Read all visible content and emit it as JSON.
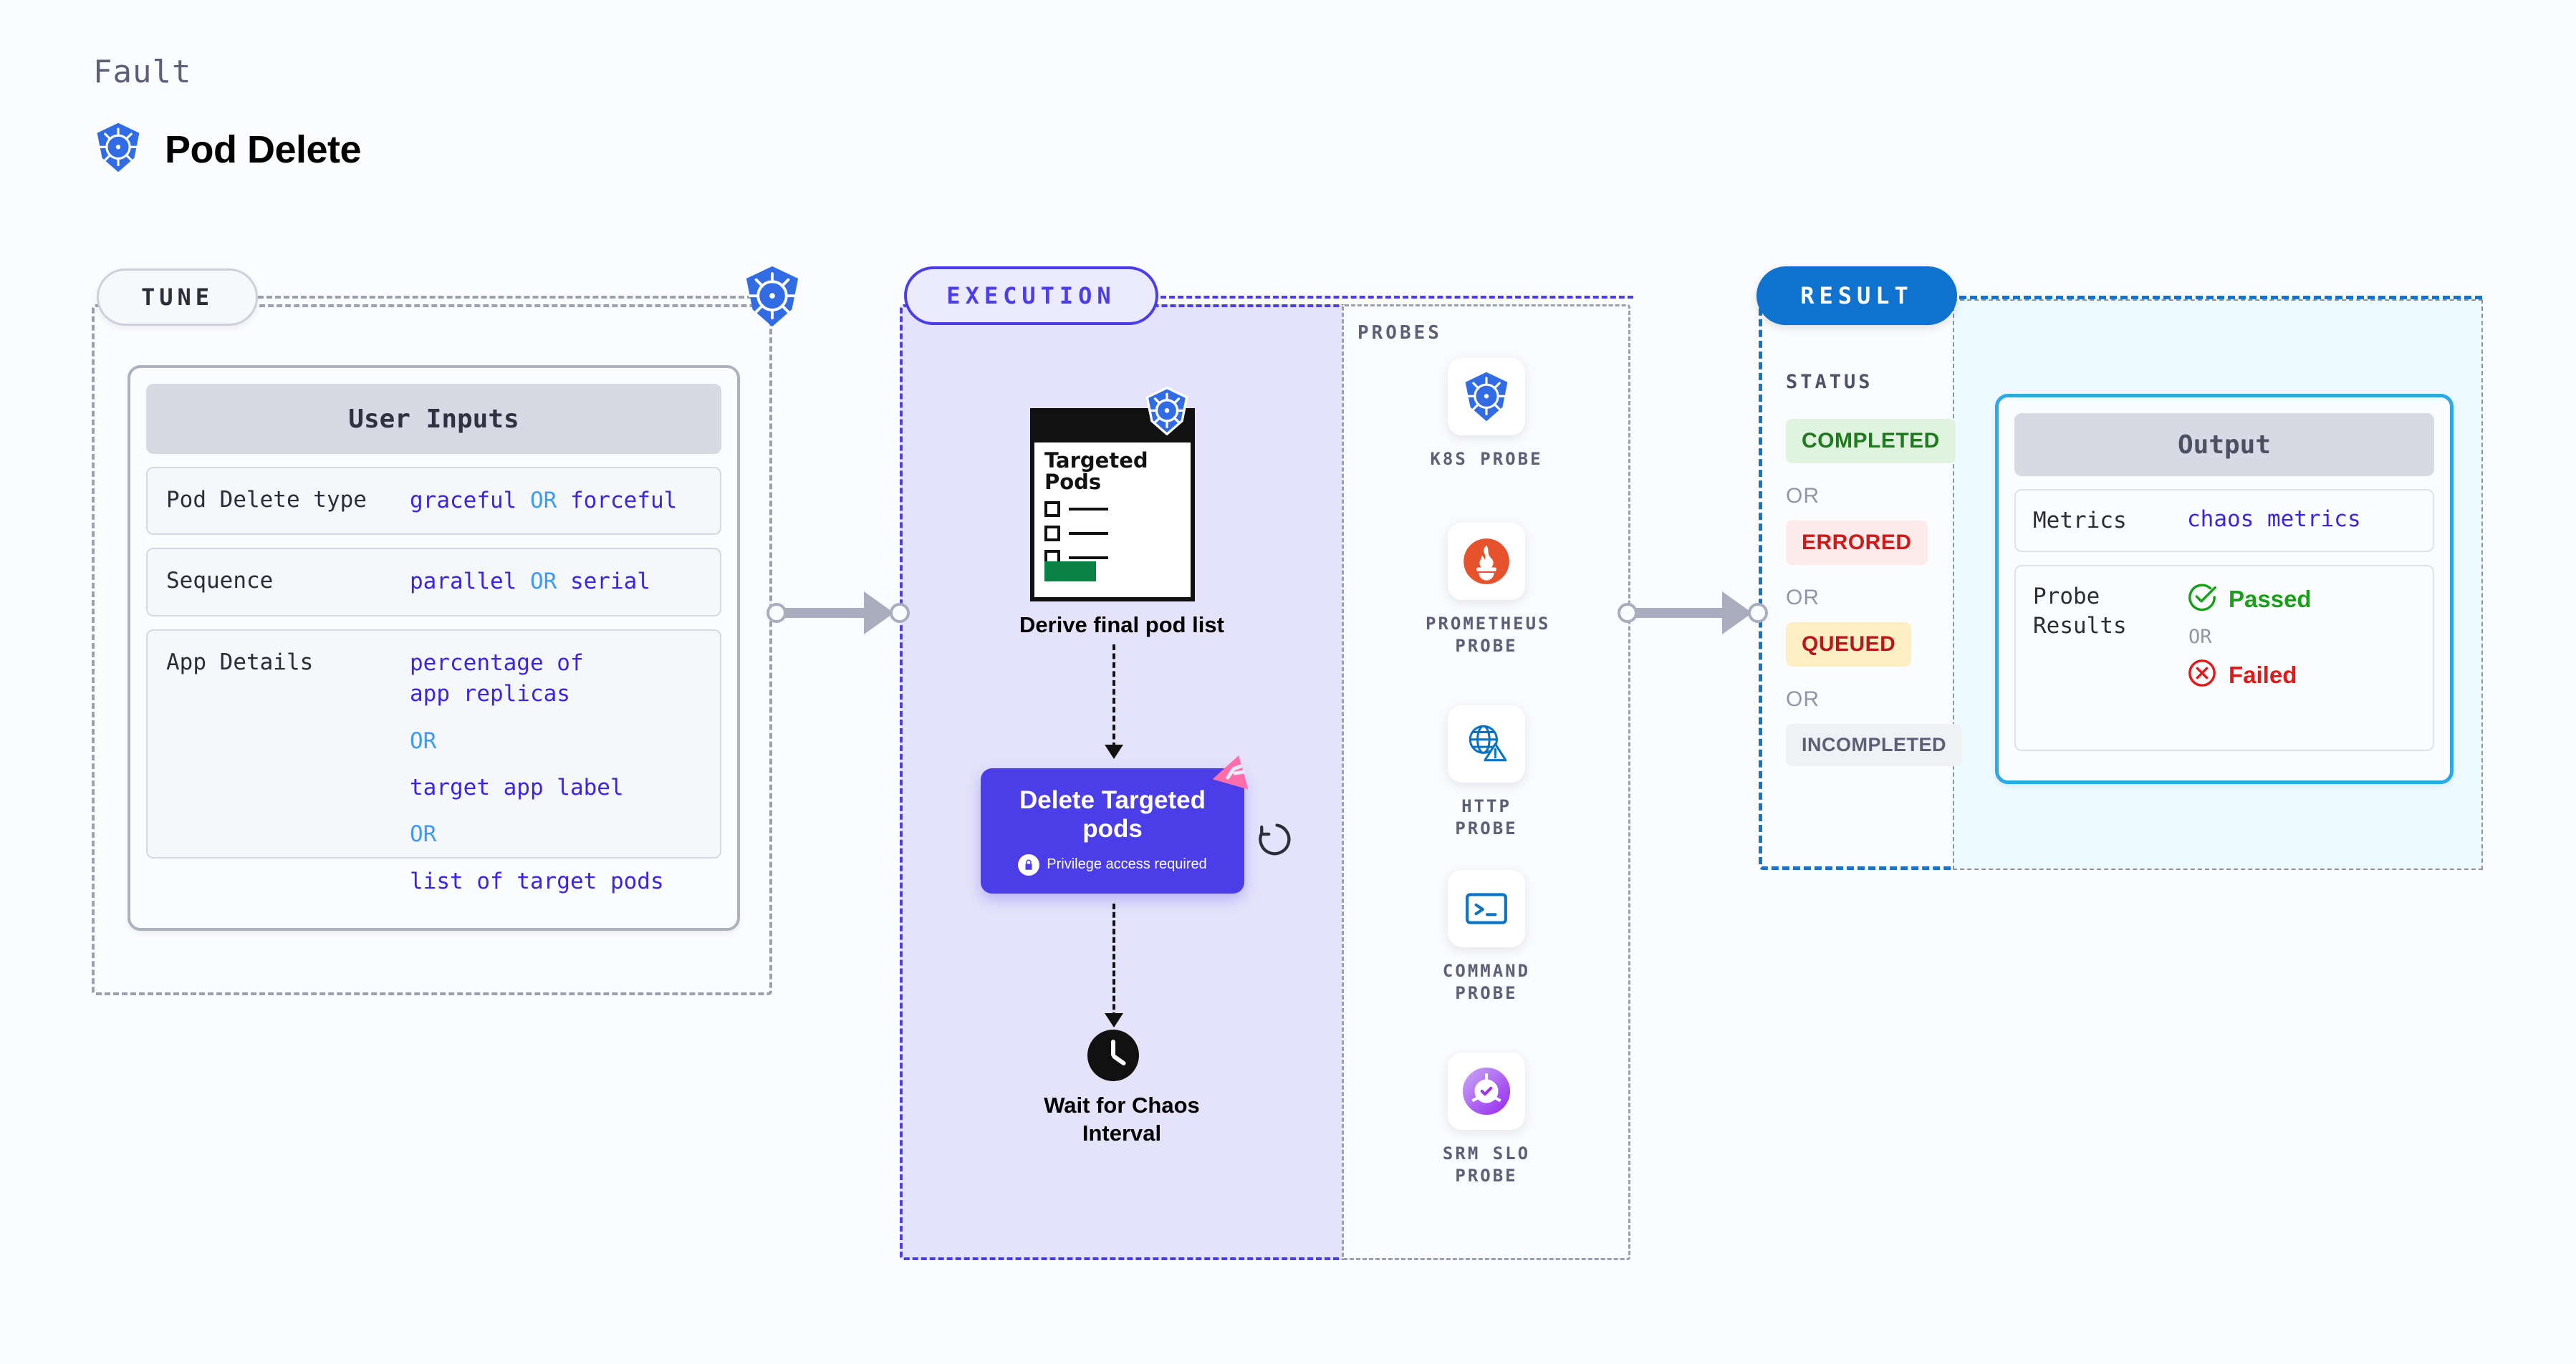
{
  "header": {
    "eyebrow": "Fault",
    "title": "Pod Delete",
    "icon": "kubernetes-icon"
  },
  "stages": {
    "tune": {
      "label": "TUNE"
    },
    "execution": {
      "label": "EXECUTION"
    },
    "result": {
      "label": "RESULT"
    },
    "probes": {
      "label": "PROBES"
    }
  },
  "user_inputs": {
    "title": "User Inputs",
    "rows": [
      {
        "key": "Pod Delete type",
        "values": [
          "graceful",
          "forceful"
        ],
        "separator": "OR",
        "inline": true
      },
      {
        "key": "Sequence",
        "values": [
          "parallel",
          "serial"
        ],
        "separator": "OR",
        "inline": true
      },
      {
        "key": "App Details",
        "values": [
          "percentage of app replicas",
          "target app label",
          "list of target pods"
        ],
        "separator": "OR",
        "inline": false
      }
    ]
  },
  "execution": {
    "doc_node": {
      "title_line1": "Targeted",
      "title_line2": "Pods",
      "badge_icon": "kubernetes-icon",
      "caption": "Derive final pod list"
    },
    "delete_node": {
      "title_line1": "Delete Targeted",
      "title_line2": "pods",
      "privilege_text": "Privilege access required",
      "privilege_icon": "lock-icon",
      "corner_icon": "litmus-chaos-icon",
      "retry_icon": "retry-loop-icon"
    },
    "wait_node": {
      "icon": "clock-icon",
      "caption_line1": "Wait for Chaos",
      "caption_line2": "Interval"
    }
  },
  "probes": [
    {
      "icon": "kubernetes-icon",
      "label_line1": "K8S  PROBE",
      "label_line2": ""
    },
    {
      "icon": "prometheus-icon",
      "label_line1": "PROMETHEUS",
      "label_line2": "PROBE"
    },
    {
      "icon": "globe-warning-icon",
      "label_line1": "HTTP  PROBE",
      "label_line2": ""
    },
    {
      "icon": "terminal-icon",
      "label_line1": "COMMAND",
      "label_line2": "PROBE"
    },
    {
      "icon": "srm-slo-donut-icon",
      "label_line1": "SRM  SLO",
      "label_line2": "PROBE"
    }
  ],
  "result": {
    "status_label": "STATUS",
    "or_text": "OR",
    "statuses": [
      {
        "text": "COMPLETED",
        "bg": "#dff3df",
        "fg": "#1d7a1d"
      },
      {
        "text": "ERRORED",
        "bg": "#fdeaea",
        "fg": "#cc1b1b"
      },
      {
        "text": "QUEUED",
        "bg": "#fdeec4",
        "fg": "#b81818"
      },
      {
        "text": "INCOMPLETED",
        "bg": "#eff1f5",
        "fg": "#5b6076"
      }
    ]
  },
  "output": {
    "title": "Output",
    "metrics": {
      "key": "Metrics",
      "value": "chaos metrics"
    },
    "probe_results": {
      "key_line1": "Probe",
      "key_line2": "Results",
      "or_text": "OR",
      "passed": {
        "text": "Passed",
        "color": "#19a019",
        "icon": "check-circle-icon"
      },
      "failed": {
        "text": "Failed",
        "color": "#e01919",
        "icon": "x-circle-icon"
      }
    }
  },
  "colors": {
    "tune_border": "#9aa0ae",
    "execution_border": "#4b3ee8",
    "execution_fill": "#e4e3fb",
    "result_border": "#1274cf",
    "result_fill": "#edfaff",
    "accent_purple": "#4b3ee8",
    "accent_blue": "#3e9bf5",
    "kubernetes_blue": "#326ce5",
    "litmus_pink": "#fd6eab"
  }
}
